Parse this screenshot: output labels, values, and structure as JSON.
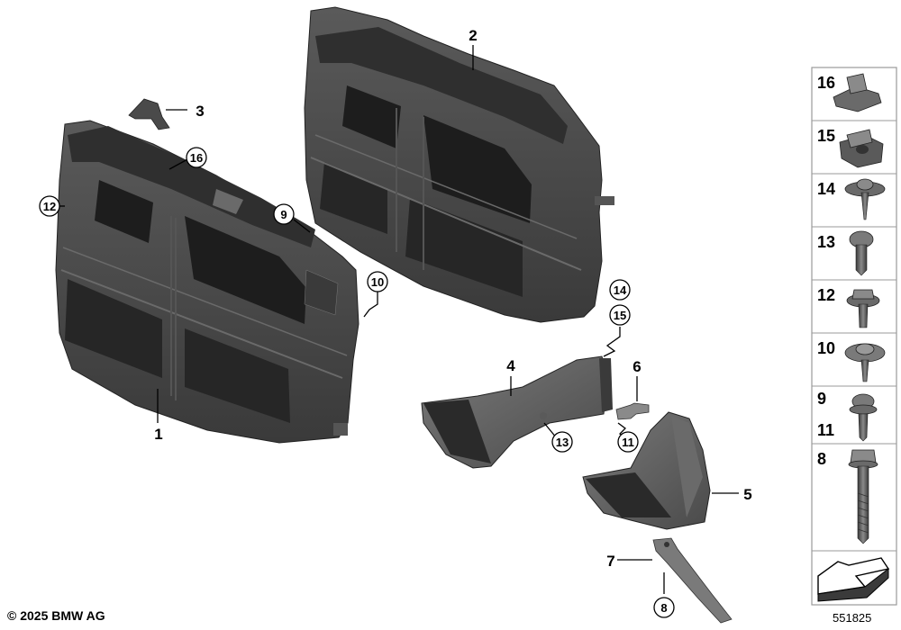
{
  "callouts": {
    "c1": "1",
    "c2": "2",
    "c3": "3",
    "c4": "4",
    "c5": "5",
    "c6": "6",
    "c7": "7",
    "c8": "8",
    "c9": "9",
    "c10": "10",
    "c11": "11",
    "c12": "12",
    "c13": "13",
    "c14": "14",
    "c15": "15",
    "c16": "16"
  },
  "parts_column": [
    {
      "labels": [
        "16"
      ],
      "icon": "spring-clip-icon"
    },
    {
      "labels": [
        "15"
      ],
      "icon": "clip-nut-icon"
    },
    {
      "labels": [
        "14"
      ],
      "icon": "flange-screw-icon"
    },
    {
      "labels": [
        "13"
      ],
      "icon": "pan-screw-icon"
    },
    {
      "labels": [
        "12"
      ],
      "icon": "hex-washer-screw-icon"
    },
    {
      "labels": [
        "10"
      ],
      "icon": "washer-screw-icon"
    },
    {
      "labels": [
        "9",
        "11"
      ],
      "icon": "small-screw-icon"
    },
    {
      "labels": [
        "8"
      ],
      "icon": "hex-bolt-icon"
    },
    {
      "labels": [],
      "icon": "arrow-icon"
    }
  ],
  "copyright": "© 2025 BMW AG",
  "diagram_number": "551825",
  "colors": {
    "part_fill": "#4a4a4a",
    "part_dark": "#2b2b2b",
    "part_light": "#6c6c6c",
    "border": "#9a9a9a"
  }
}
